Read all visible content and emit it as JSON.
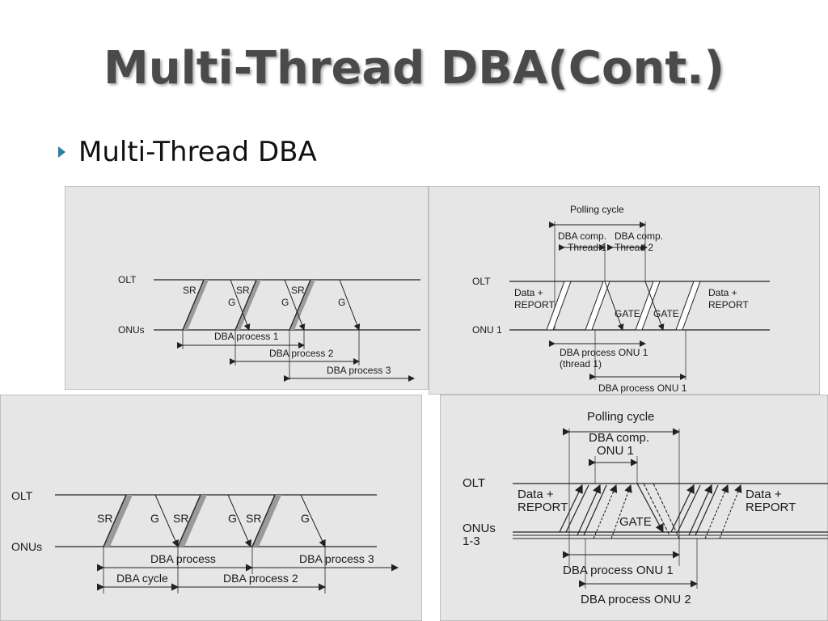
{
  "slide": {
    "title": "Multi-Thread DBA(Cont.)",
    "bullet": "Multi-Thread DBA"
  },
  "panel_a": {
    "olt": "OLT",
    "onus": "ONUs",
    "sr": "SR",
    "g": "G",
    "dba_process_1": "DBA process 1",
    "dba_process_2": "DBA process 2",
    "dba_process_3": "DBA process 3"
  },
  "panel_b": {
    "polling_cycle": "Polling cycle",
    "dba_comp_1_line1": "DBA comp.",
    "dba_comp_1_line2": "Thread 1",
    "dba_comp_2_line1": "DBA comp.",
    "dba_comp_2_line2": "Thread 2",
    "olt": "OLT",
    "onu1": "ONU 1",
    "data_report_left_1": "Data +",
    "data_report_left_2": "REPORT",
    "data_report_right_1": "Data +",
    "data_report_right_2": "REPORT",
    "gate": "GATE",
    "dba_process_onu1_line1": "DBA process ONU 1",
    "dba_process_onu1_line2": "(thread 1)",
    "dba_process_onu1_bottom": "DBA process ONU 1"
  },
  "panel_c": {
    "olt": "OLT",
    "onus": "ONUs",
    "sr": "SR",
    "g": "G",
    "dba_process": "DBA process",
    "dba_process_3": "DBA process 3",
    "dba_cycle": "DBA cycle",
    "dba_process_2": "DBA process 2"
  },
  "panel_d": {
    "polling_cycle": "Polling cycle",
    "dba_comp_line1": "DBA comp.",
    "dba_comp_line2": "ONU 1",
    "olt": "OLT",
    "onus_line1": "ONUs",
    "onus_line2": "1-3",
    "data_report_left_1": "Data +",
    "data_report_left_2": "REPORT",
    "data_report_right_1": "Data +",
    "data_report_right_2": "REPORT",
    "gate": "GATE",
    "dba_process_onu1": "DBA process ONU 1",
    "dba_process_onu2": "DBA process ONU 2"
  },
  "colors": {
    "panel_bg": "#e6e6e6",
    "title": "#4a4a4a",
    "bullet": "#2e7fa8"
  }
}
